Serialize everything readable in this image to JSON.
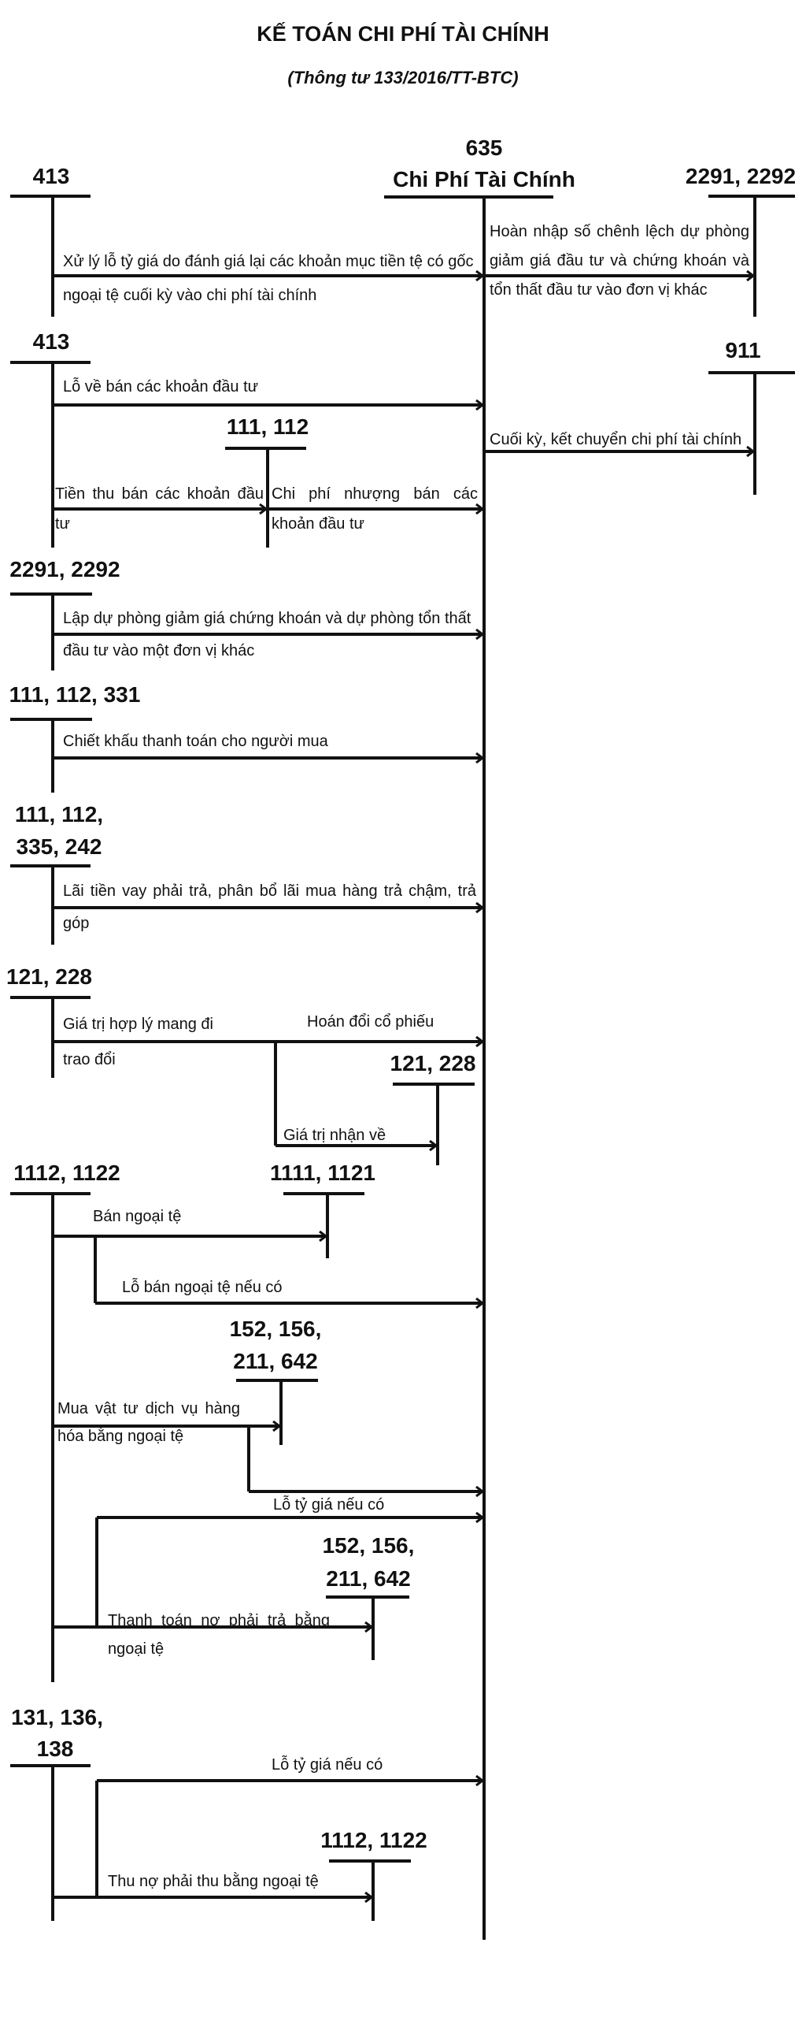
{
  "header": {
    "title": "KẾ TOÁN CHI PHÍ TÀI CHÍNH",
    "subtitle": "(Thông tư 133/2016/TT-BTC)"
  },
  "main_account": {
    "number": "635",
    "name": "Chi Phí Tài Chính"
  },
  "accounts": {
    "a413_1": "413",
    "a2291_right": "2291, 2292",
    "a413_2": "413",
    "a911": "911",
    "a111_112": "111, 112",
    "a2291_left": "2291, 2292",
    "a111_112_331": "111, 112, 331",
    "a111_112_335_l1": "111, 112,",
    "a111_112_335_l2": "335, 242",
    "a121_228_left": "121, 228",
    "a121_228_right": "121, 228",
    "a1112_1122_left": "1112, 1122",
    "a1111_1121": "1111, 1121",
    "a152_1_l1": "152, 156,",
    "a152_1_l2": "211, 642",
    "a152_2_l1": "152, 156,",
    "a152_2_l2": "211, 642",
    "a131_l1": "131, 136,",
    "a131_l2": "138",
    "a1112_1122_right": "1112, 1122"
  },
  "entries": {
    "e1": "Xử lý lỗ tỷ giá do đánh giá lại các khoản mục tiền tệ có gốc ngoại tệ cuối kỳ vào chi phí tài chính",
    "e2": "Hoàn nhập số chênh lệch dự phòng giảm giá đầu tư và chứng khoán và tổn thất đầu tư vào đơn vị khác",
    "e3": "Lỗ về bán các khoản đầu tư",
    "e4": "Cuối kỳ, kết chuyển chi phí tài chính",
    "e5": "Tiền thu bán các khoản đầu tư",
    "e6": "Chi phí nhượng bán các khoản đầu tư",
    "e7": "Lập dự phòng giảm giá chứng khoán và dự phòng tổn thất đầu tư vào một đơn vị khác",
    "e8": "Chiết khấu thanh toán cho người mua",
    "e9": "Lãi tiền vay phải trả, phân bổ lãi mua hàng trả chậm, trả góp",
    "e10": "Giá trị hợp lý mang đi trao đổi",
    "e11": "Hoán đổi cổ phiếu",
    "e12": "Giá trị nhận về",
    "e13": "Bán ngoại tệ",
    "e14": "Lỗ bán ngoại tệ nếu có",
    "e15": "Mua vật tư dịch vụ hàng hóa bằng ngoại tệ",
    "e16": "Lỗ tỷ giá nếu có",
    "e17": "Thanh toán nợ phải trả bằng ngoại tệ",
    "e18": "Lỗ tỷ giá nếu có",
    "e19": "Thu nợ phải thu bằng ngoại tệ"
  }
}
